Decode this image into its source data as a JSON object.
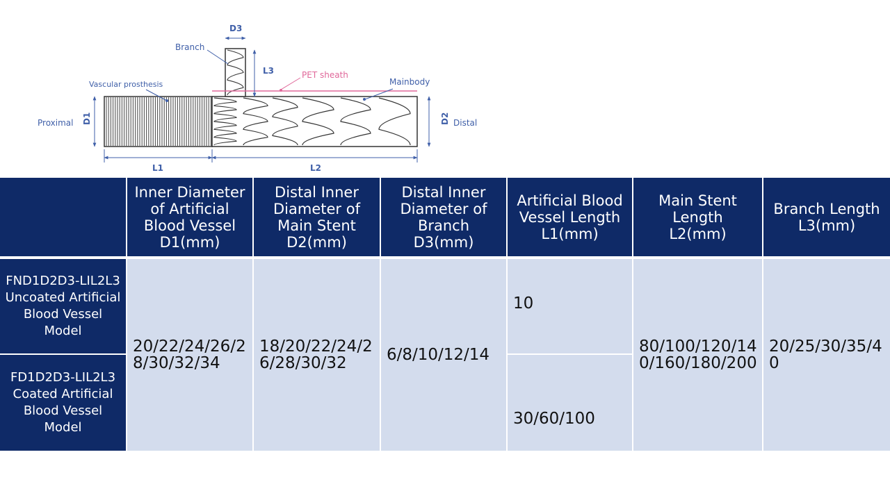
{
  "diagram": {
    "labels": {
      "d3": "D3",
      "branch": "Branch",
      "l3": "L3",
      "pet_sheath": "PET sheath",
      "mainbody": "Mainbody",
      "vascular_prosthesis": "Vascular prosthesis",
      "proximal": "Proximal",
      "d1": "D1",
      "d2": "D2",
      "distal": "Distal",
      "l1": "L1",
      "l2": "L2"
    },
    "colors": {
      "annotation": "#3f5fa8",
      "pet_sheath": "#e0689a",
      "outline": "#333333"
    }
  },
  "table": {
    "header": [
      "",
      "Inner Diameter of Artificial Blood Vessel D1(mm)",
      "Distal Inner Diameter of Main Stent D2(mm)",
      "Distal Inner Diameter of Branch D3(mm)",
      "Artificial Blood Vessel Length L1(mm)",
      "Main Stent Length L2(mm)",
      "Branch Length L3(mm)"
    ],
    "row_headers": [
      "FND1D2D3-LIL2L3 Uncoated Artificial Blood Vessel Model",
      "FD1D2D3-LIL2L3 Coated Artificial Blood Vessel Model"
    ],
    "d1_values": "20/22/24/26/28/30/32/34",
    "d2_values": "18/20/22/24/26/28/30/32",
    "d3_values": "6/8/10/12/14",
    "l1_uncoated": "10",
    "l1_coated": "30/60/100",
    "l2_values": "80/100/120/140/160/180/200",
    "l3_values": "20/25/30/35/40",
    "colors": {
      "header_bg": "#0f2a67",
      "cell_bg": "#d3dced"
    }
  }
}
